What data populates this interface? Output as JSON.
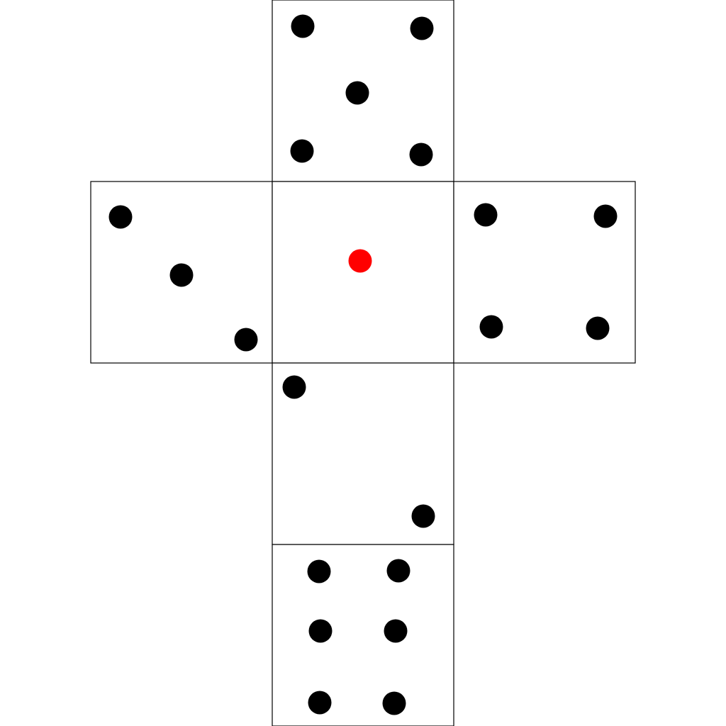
{
  "colors": {
    "background": "#ffffff",
    "face_border": "#000000",
    "pip_default": "#000000",
    "pip_highlight": "#ff0000"
  },
  "faces": [
    {
      "name": "top",
      "value": 5,
      "pip_color": "#000000"
    },
    {
      "name": "left",
      "value": 3,
      "pip_color": "#000000"
    },
    {
      "name": "center",
      "value": 1,
      "pip_color": "#ff0000"
    },
    {
      "name": "right",
      "value": 4,
      "pip_color": "#000000"
    },
    {
      "name": "lower",
      "value": 2,
      "pip_color": "#000000"
    },
    {
      "name": "bottom",
      "value": 6,
      "pip_color": "#000000"
    }
  ]
}
